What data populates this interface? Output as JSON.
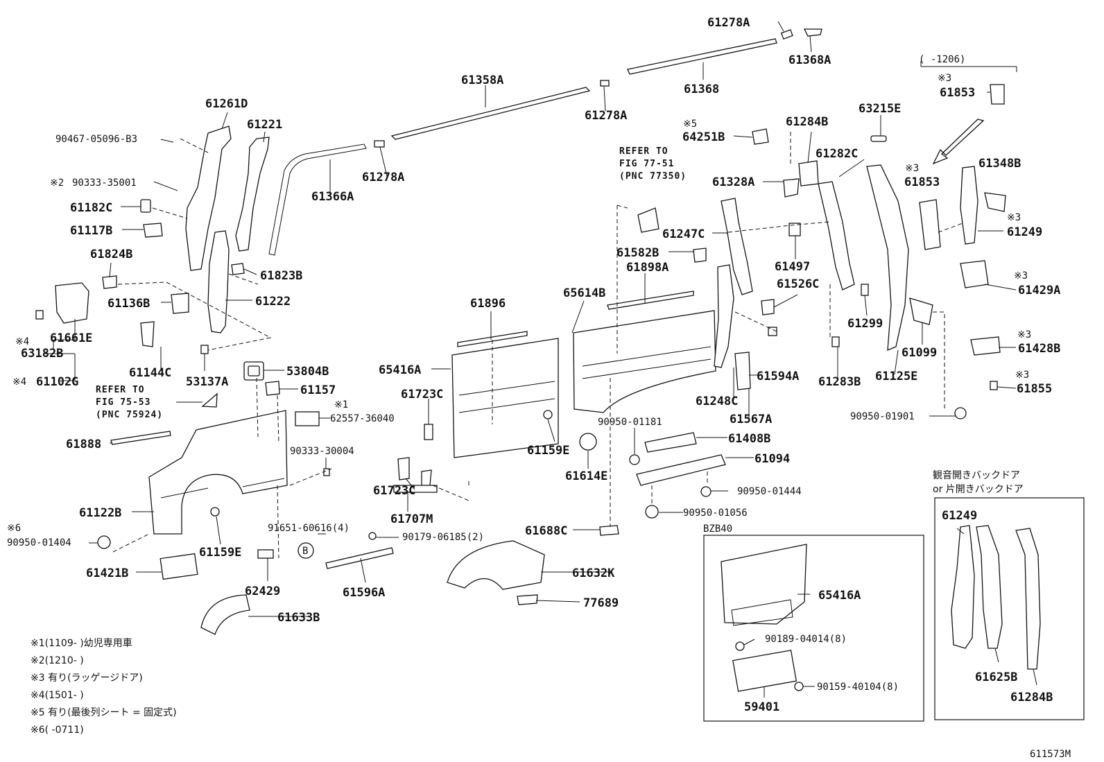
{
  "diagram_id": "611573M",
  "parts": {
    "p61278A_top": "61278A",
    "p61368A": "61368A",
    "p61358A": "61358A",
    "p61368": "61368",
    "p1206": "(  -1206)",
    "p61853_top": "61853",
    "p61261D": "61261D",
    "p61221": "61221",
    "p61278A_mid": "61278A",
    "p63215E": "63215E",
    "p64251B": "64251B",
    "p61284B_top": "61284B",
    "p90467": "90467-05096-B3",
    "p90333_35001": "90333-35001",
    "p61366A": "61366A",
    "p61278A_low": "61278A",
    "p61282C": "61282C",
    "p61853_mid": "61853",
    "p61348B": "61348B",
    "p61182C": "61182C",
    "p61117B": "61117B",
    "p61328A": "61328A",
    "p61249_top": "61249",
    "p61247C": "61247C",
    "p61824B": "61824B",
    "p61823B": "61823B",
    "p61582B": "61582B",
    "p61898A": "61898A",
    "p61497": "61497",
    "p61429A": "61429A",
    "p61526C": "61526C",
    "p61136B": "61136B",
    "p61222": "61222",
    "p65614B": "65614B",
    "p61896": "61896",
    "p61299": "61299",
    "p61661E": "61661E",
    "p63182B": "63182B",
    "p61144C": "61144C",
    "p53137A": "53137A",
    "p61102G": "61102G",
    "p53804B": "53804B",
    "p61157": "61157",
    "p65416A": "65416A",
    "p61723C_a": "61723C",
    "p61594A": "61594A",
    "p61099": "61099",
    "p61428B": "61428B",
    "p61248C": "61248C",
    "p61283B": "61283B",
    "p61125E": "61125E",
    "p61855": "61855",
    "p62557": "62557-36040",
    "p61567A": "61567A",
    "p90950_01901": "90950-01901",
    "p90950_01181": "90950-01181",
    "p61888": "61888",
    "p61159E_a": "61159E",
    "p61408B": "61408B",
    "p90333_30004": "90333-30004",
    "p61094": "61094",
    "p61614E": "61614E",
    "p61723C_b": "61723C",
    "p90950_01444": "90950-01444",
    "p61122B": "61122B",
    "p61707M": "61707M",
    "p90950_01056": "90950-01056",
    "p61688C": "61688C",
    "p91651": "91651-60616(4)",
    "p90179": "90179-06185(2)",
    "p90950_01404": "90950-01404",
    "p61159E_b": "61159E",
    "p61632K": "61632K",
    "p61421B": "61421B",
    "p61596A": "61596A",
    "p62429": "62429",
    "p77689": "77689",
    "p61633B": "61633B",
    "p65416A_b": "65416A",
    "p90189": "90189-04014(8)",
    "p90159": "90159-40104(8)",
    "p59401": "59401",
    "p61249_b": "61249",
    "p61625B": "61625B",
    "p61284B_b": "61284B"
  },
  "marks": {
    "m3_a": "※3",
    "m5": "※5",
    "m2": "※2",
    "m3_b": "※3",
    "m3_c": "※3",
    "m3_d": "※3",
    "m3_e": "※3",
    "m4_a": "※4",
    "m4_b": "※4",
    "m3_f": "※3",
    "m1": "※1",
    "m6": "※6",
    "circleB": "B"
  },
  "refs": {
    "r77_l1": "REFER TO",
    "r77_l2": "FIG 77-51",
    "r77_l3": "(PNC 77350)",
    "r75_l1": "REFER TO",
    "r75_l2": "FIG 75-53",
    "r75_l3": "(PNC 75924)"
  },
  "insets": {
    "bzb40": "BZB40",
    "backdoor_l1": "観音開きバックドア",
    "backdoor_l2": "or 片開きバックドア"
  },
  "notes": [
    "※1(1109-    )幼児専用車",
    "※2(1210-    )",
    "※3 有り(ラッゲージドア)",
    "※4(1501-    )",
    "※5 有り(最後列シート = 固定式)",
    "※6(    -0711)"
  ]
}
